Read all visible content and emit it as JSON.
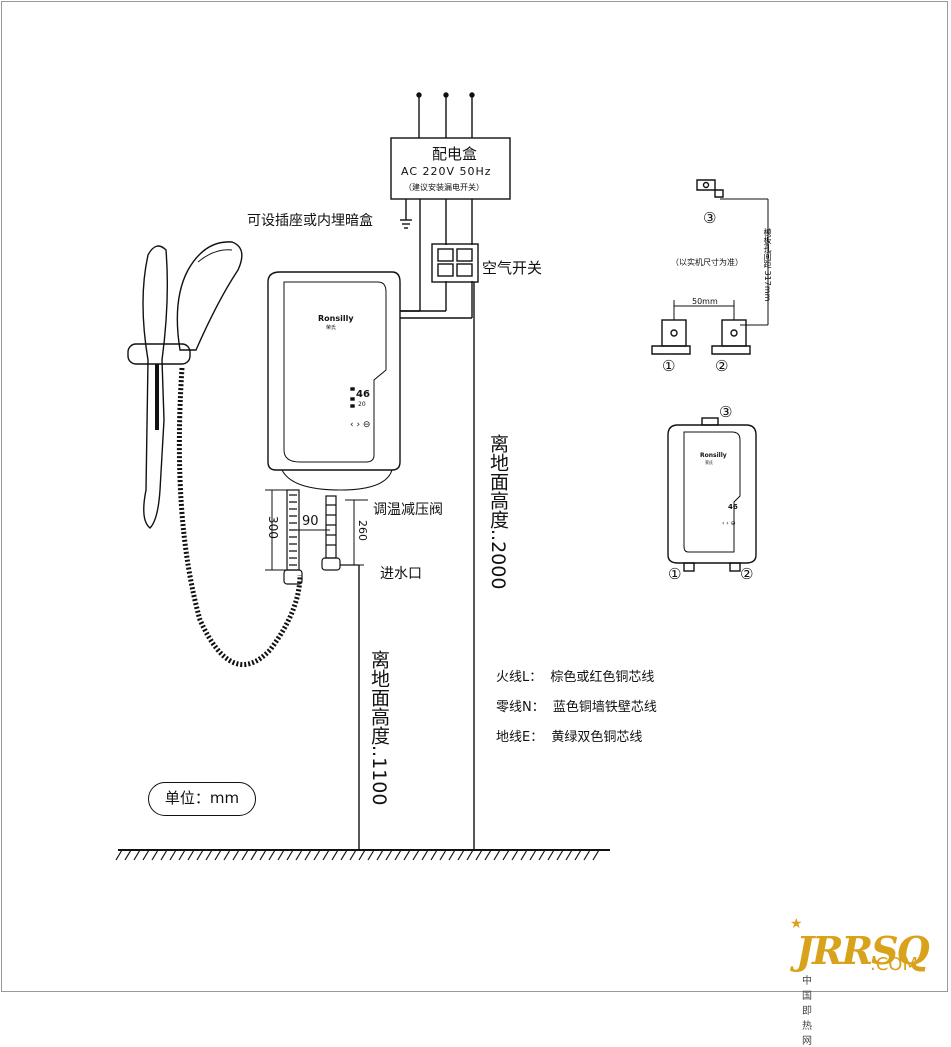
{
  "box": {
    "title": "配电盒",
    "spec": "AC  220V  50Hz",
    "note": "（建议安装漏电开关）"
  },
  "labels": {
    "socket": "可设插座或内埋暗盒",
    "air_switch": "空气开关",
    "valve": "调温减压阀",
    "inlet": "进水口",
    "height_2000": "离地面高度..2000",
    "height_1100": "离地面高度..1100",
    "unit": "单位：mm",
    "brand": "Ronsilly",
    "brand_cn": "荣氏",
    "display_temp": "46",
    "display_sub": "20",
    "controls": "‹ › ⊖"
  },
  "dimensions": {
    "d300": "300",
    "d90": "90",
    "d260": "260",
    "d50mm": "50mm",
    "board_spacing": "模板孔间距 317mm",
    "measure_note": "（以实机尺寸为准）"
  },
  "markers": {
    "m1": "①",
    "m2": "②",
    "m3": "③"
  },
  "wires": [
    {
      "key": "火线L：",
      "value": "棕色或红色铜芯线"
    },
    {
      "key": "零线N：",
      "value": "蓝色铜墙铁壁芯线"
    },
    {
      "key": "地线E：",
      "value": "黄绿双色铜芯线"
    }
  ],
  "watermark": {
    "logo": "JRRSQ",
    "suffix": ".COM",
    "cn": "中国即热网"
  },
  "colors": {
    "line": "#111111",
    "watermark": "#d9a21b"
  }
}
